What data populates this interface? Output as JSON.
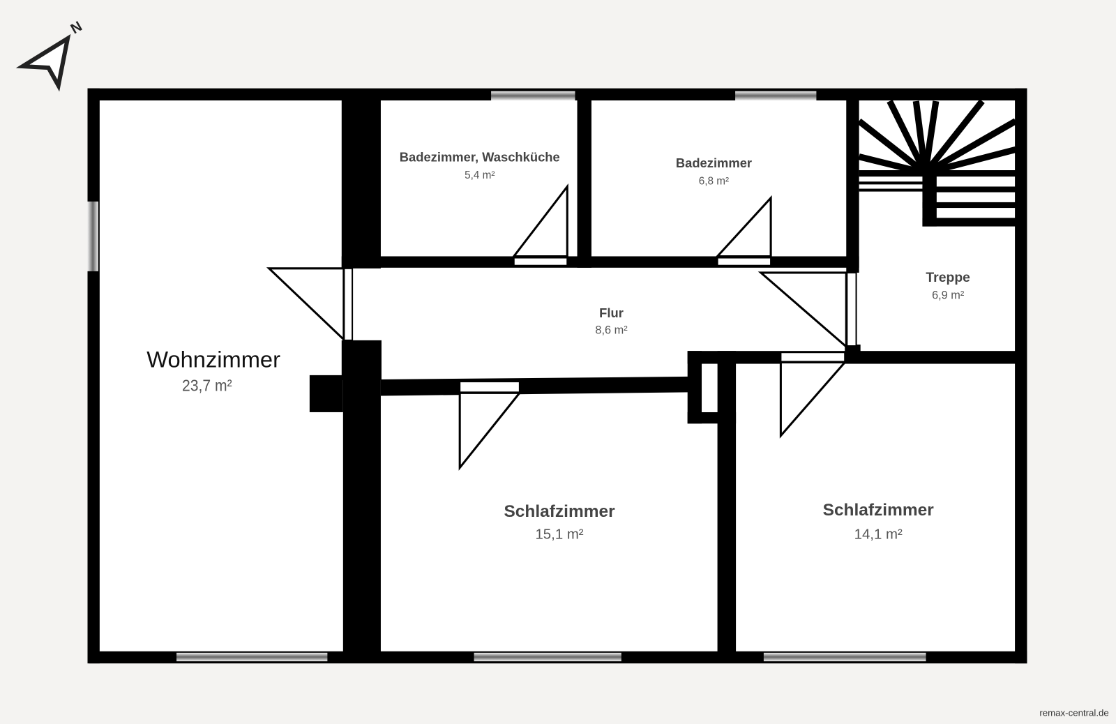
{
  "compass": {
    "north_label": "N"
  },
  "rooms": {
    "wohnzimmer": {
      "name": "Wohnzimmer",
      "area": "23,7 m²"
    },
    "bad_wasch": {
      "name": "Badezimmer, Waschküche",
      "area": "5,4 m²"
    },
    "badezimmer": {
      "name": "Badezimmer",
      "area": "6,8 m²"
    },
    "treppe": {
      "name": "Treppe",
      "area": "6,9 m²"
    },
    "flur": {
      "name": "Flur",
      "area": "8,6 m²"
    },
    "schlaf1": {
      "name": "Schlafzimmer",
      "area": "15,1 m²"
    },
    "schlaf2": {
      "name": "Schlafzimmer",
      "area": "14,1 m²"
    }
  },
  "watermark": "remax-central.de",
  "colors": {
    "background": "#f4f3f1",
    "wall": "#000000",
    "label": "#444444"
  }
}
